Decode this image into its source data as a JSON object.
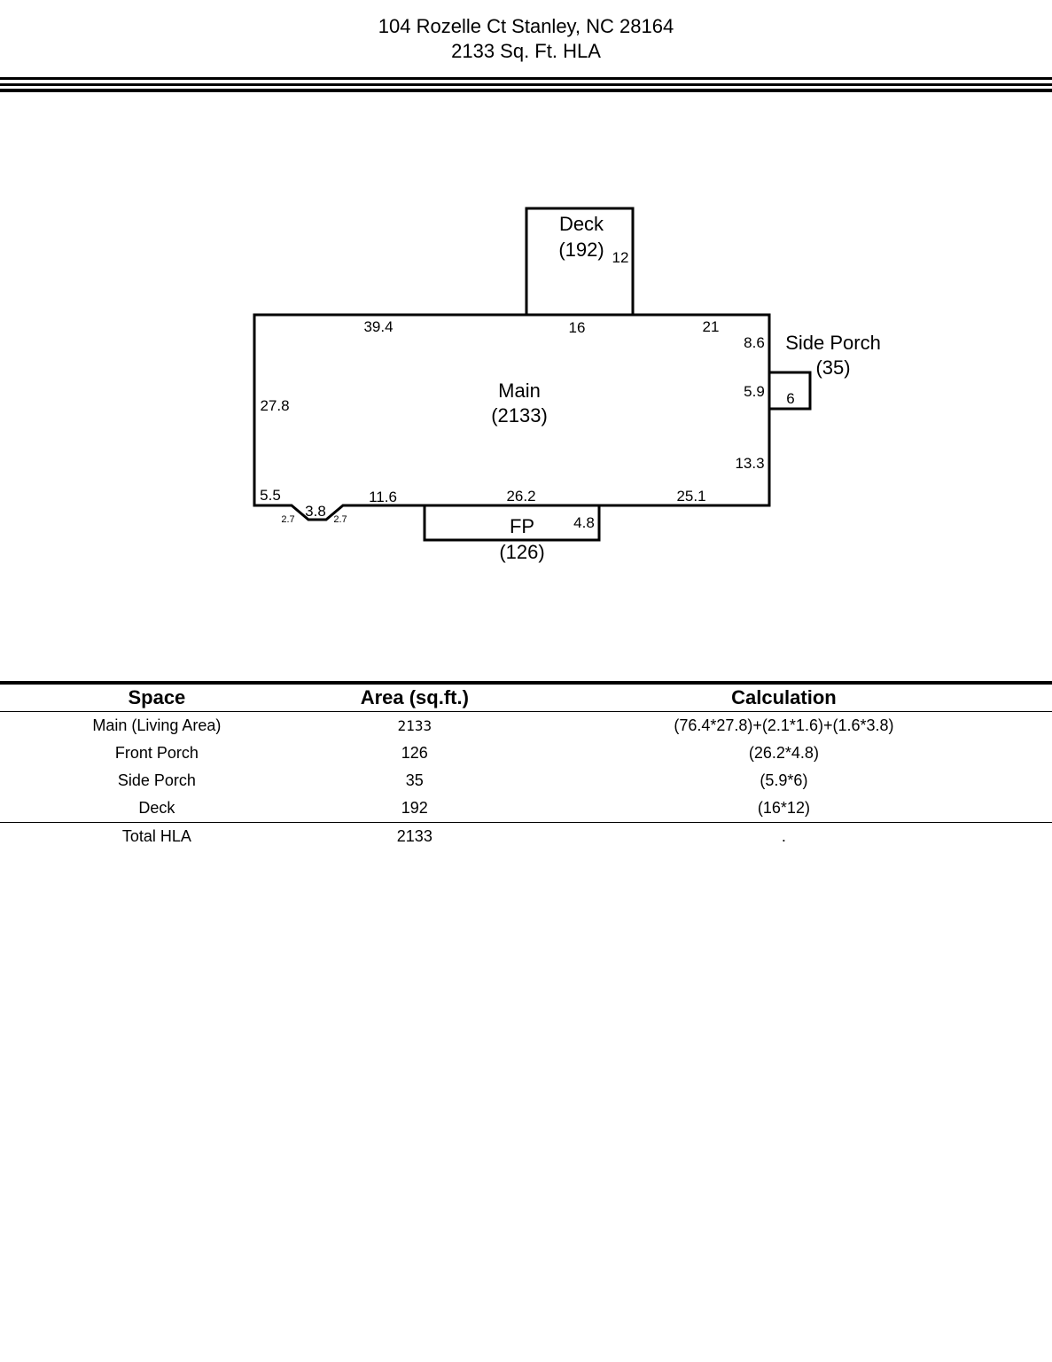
{
  "header": {
    "address": "104 Rozelle Ct Stanley, NC 28164",
    "hla": "2133 Sq. Ft. HLA"
  },
  "plan": {
    "main": {
      "name": "Main",
      "area": "(2133)"
    },
    "deck": {
      "name": "Deck",
      "area": "(192)"
    },
    "side_porch": {
      "name": "Side Porch",
      "area": "(35)"
    },
    "fp": {
      "name": "FP",
      "area": "(126)"
    },
    "dims": {
      "deck_right": "12",
      "top_left": "39.4",
      "top_mid": "16",
      "top_right": "21",
      "right_upper": "8.6",
      "right_porch": "5.9",
      "porch_depth": "6",
      "right_lower": "13.3",
      "left": "27.8",
      "bottom_left": "5.5",
      "bay_width": "3.8",
      "bay_side_left": "2.7",
      "bay_side_right": "2.7",
      "bottom_a": "11.6",
      "bottom_mid": "26.2",
      "bottom_right": "25.1",
      "fp_depth": "4.8"
    }
  },
  "table": {
    "columns": [
      "Space",
      "Area (sq.ft.)",
      "Calculation"
    ],
    "rows": [
      {
        "space": "Main (Living Area)",
        "area": "2133",
        "calc": "(76.4*27.8)+(2.1*1.6)+(1.6*3.8)"
      },
      {
        "space": "Front Porch",
        "area": "126",
        "calc": "(26.2*4.8)"
      },
      {
        "space": "Side Porch",
        "area": "35",
        "calc": "(5.9*6)"
      },
      {
        "space": "Deck",
        "area": "192",
        "calc": "(16*12)"
      }
    ],
    "total": {
      "space": "Total HLA",
      "area": "2133",
      "calc": "."
    }
  }
}
